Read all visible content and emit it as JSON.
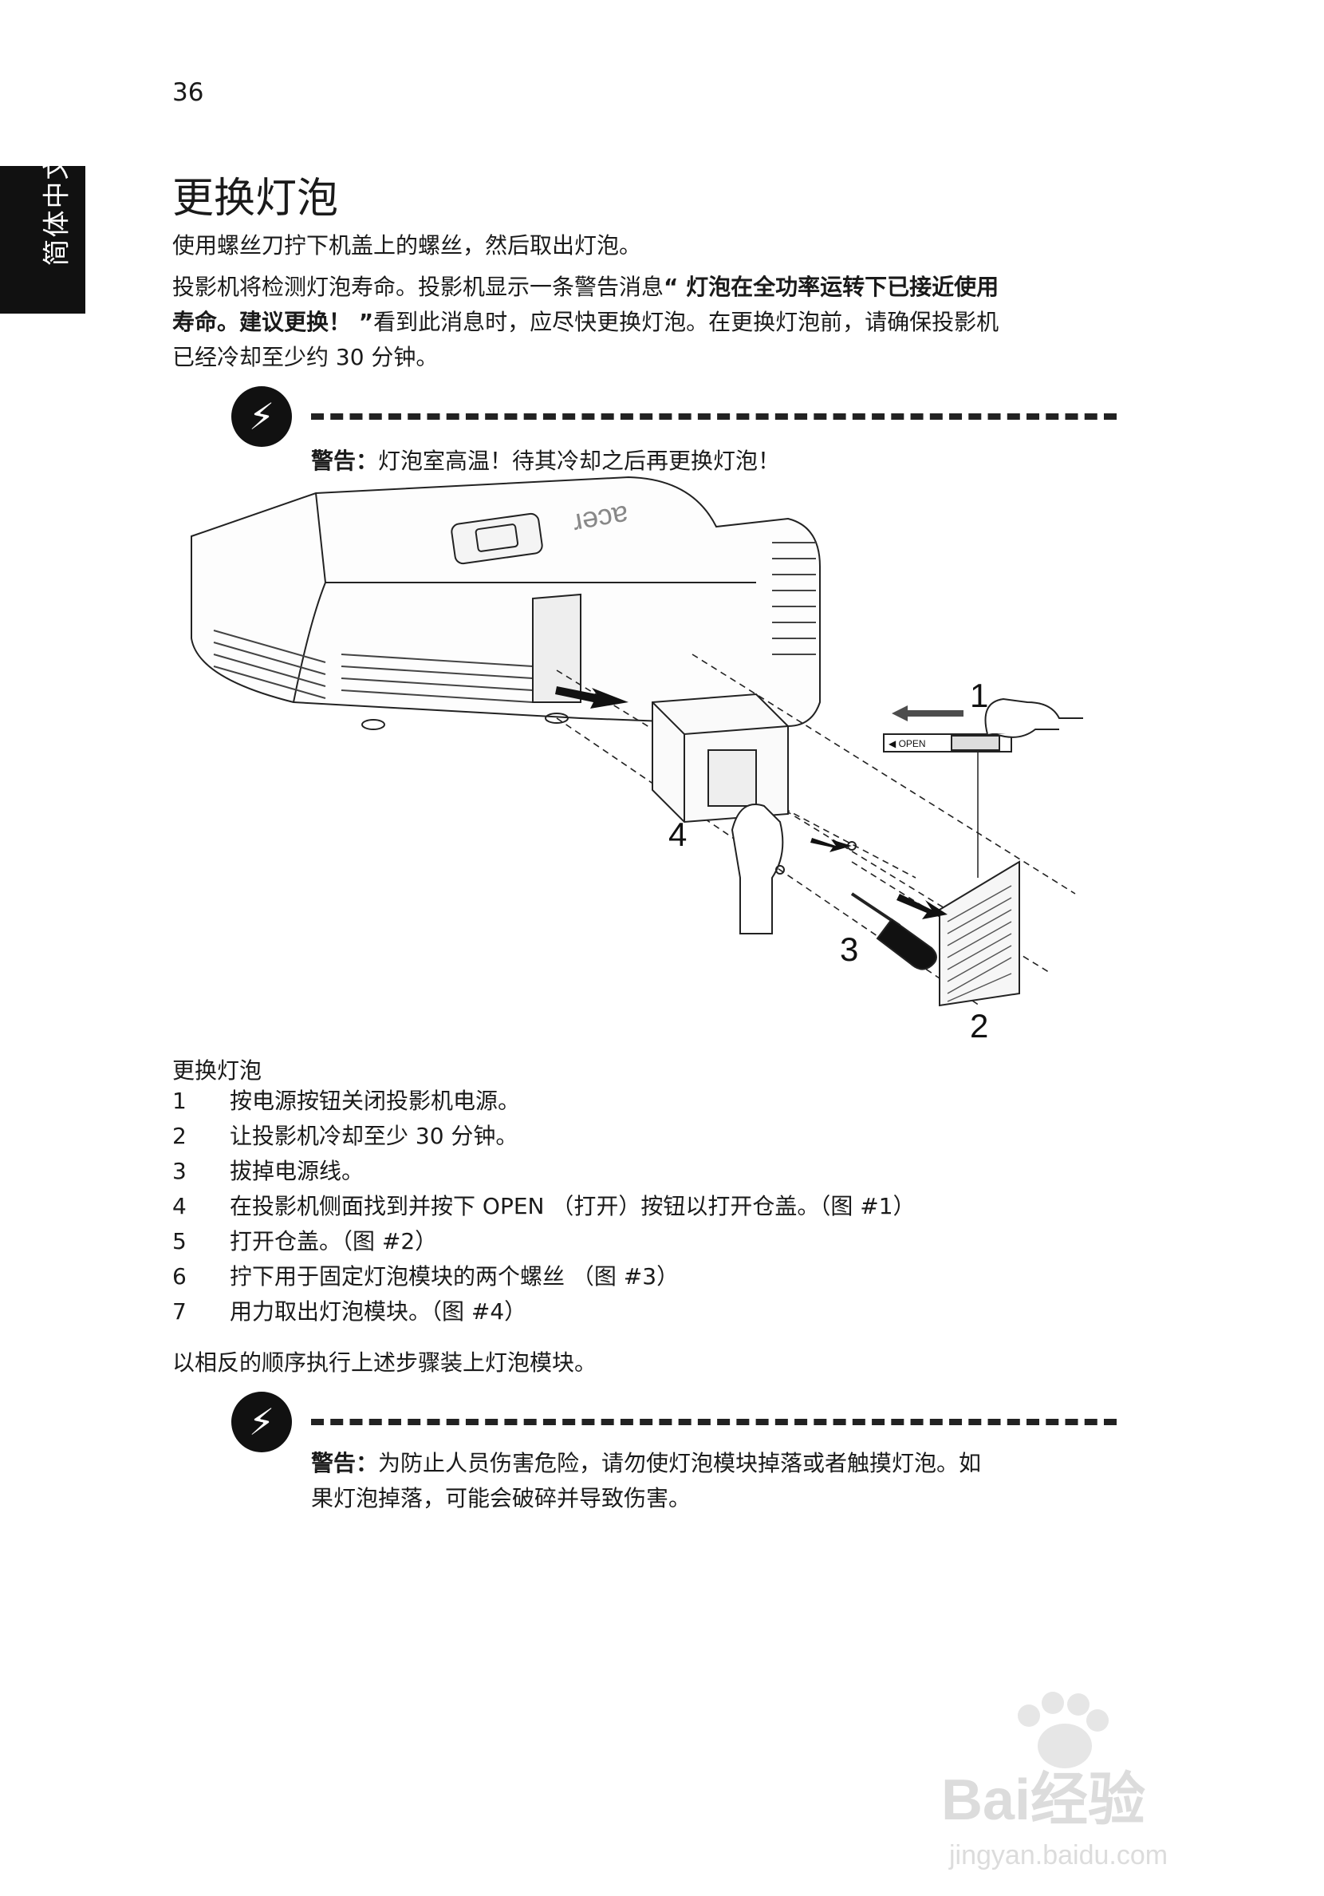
{
  "page_number": "36",
  "side_tab": "简体中文",
  "title": "更换灯泡",
  "intro1": "使用螺丝刀拧下机盖上的螺丝，然后取出灯泡。",
  "intro2": {
    "part1": "投影机将检测灯泡寿命。投影机显示一条警告消息",
    "bold1": "“ 灯泡在全功率运转下已接近使用",
    "bold2": "寿命。建议更换！ ”",
    "part2": "看到此消息时，应尽快更换灯泡。在更换灯泡前，请确保投影机",
    "part3": "已经冷却至少约 30 分钟。"
  },
  "warning1": {
    "label": "警告：",
    "text": "灯泡室高温！待其冷却之后再更换灯泡！"
  },
  "figure": {
    "brand": "acer",
    "open_label": "◀ OPEN",
    "callouts": [
      "1",
      "2",
      "3",
      "4"
    ]
  },
  "caption": "更换灯泡",
  "steps": [
    {
      "num": "1",
      "text": "按电源按钮关闭投影机电源。"
    },
    {
      "num": "2",
      "text": "让投影机冷却至少 30 分钟。"
    },
    {
      "num": "3",
      "text": "拔掉电源线。"
    },
    {
      "num": "4",
      "text": "在投影机侧面找到并按下 OPEN （打开）按钮以打开仓盖。（图 #1）"
    },
    {
      "num": "5",
      "text": "打开仓盖。（图 #2）"
    },
    {
      "num": "6",
      "text": "拧下用于固定灯泡模块的两个螺丝 （图 #3）"
    },
    {
      "num": "7",
      "text": "用力取出灯泡模块。（图 #4）"
    }
  ],
  "reassemble": "以相反的顺序执行上述步骤装上灯泡模块。",
  "warning2": {
    "label": "警告：",
    "line1": "为防止人员伤害危险，请勿使灯泡模块掉落或者触摸灯泡。如",
    "line2": "果灯泡掉落，可能会破碎并导致伤害。"
  },
  "watermark": {
    "brand": "Bai经验",
    "url": "jingyan.baidu.com"
  }
}
